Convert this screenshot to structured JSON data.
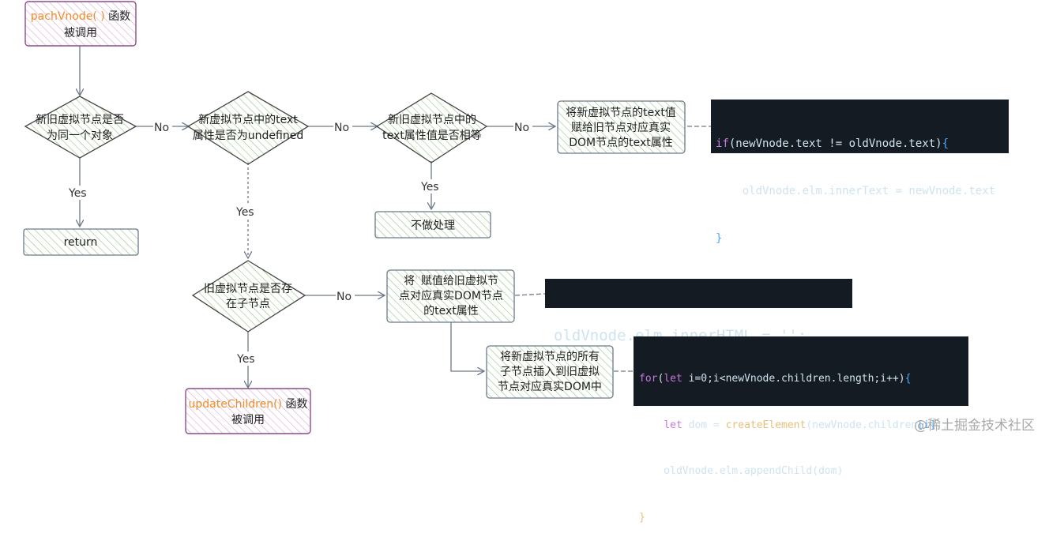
{
  "nodes": {
    "start": {
      "func": "pachVnode( )",
      "rest": " 函数",
      "line2": "被调用"
    },
    "same_node": {
      "line1": "新旧虚拟节点是否",
      "line2": "为同一个对象"
    },
    "text_undefined": {
      "line1": "新虚拟节点中的text",
      "line2": "属性是否为undefined"
    },
    "text_equal": {
      "line1": "新旧虚拟节点中的",
      "line2": "text属性值是否相等"
    },
    "assign_text": {
      "line1": "将新虚拟节点的text值",
      "line2": "赋给旧节点对应真实",
      "line3": "DOM节点的text属性"
    },
    "return_box": {
      "label": "return"
    },
    "noop": {
      "label": "不做处理"
    },
    "old_children": {
      "line1": "旧虚拟节点是否存",
      "line2": "在子节点"
    },
    "assign_empty": {
      "line1a": "将",
      "line1q": "''",
      "line1b": "赋值给旧虚拟节",
      "line2": "点对应真实DOM节点",
      "line3": "的text属性"
    },
    "insert_children": {
      "line1": "将新虚拟节点的所有",
      "line2": "子节点插入到旧虚拟",
      "line3": "节点对应真实DOM中"
    },
    "update_children": {
      "func": "updateChildren()",
      "rest": " 函数",
      "line2": "被调用"
    }
  },
  "edge_labels": {
    "no": "No",
    "yes": "Yes"
  },
  "code": {
    "block1": {
      "l1": [
        "if",
        "(newVnode.text != oldVnode.text)",
        "{"
      ],
      "l2": "    oldVnode.elm.innerText = newVnode.text",
      "l3": "}"
    },
    "block2": "oldVnode.elm.innerHTML = '';",
    "block3": {
      "l1": [
        "for",
        "(",
        "let",
        " i=0;i<newVnode.children.length;i++)",
        "{"
      ],
      "l2": [
        "    ",
        "let",
        " dom = ",
        "createElement",
        "(newVnode.children",
        "[i]",
        ");"
      ],
      "l3": "    oldVnode.elm.appendChild(dom)",
      "l4": "}"
    }
  },
  "watermark": "@稀土掘金技术社区",
  "colors": {
    "edge": "#6c7a89",
    "hatch_green": "#93c77f",
    "hatch_pink": "#d8a9d4",
    "accent_orange": "#f28c28",
    "code_bg": "#141b22"
  }
}
